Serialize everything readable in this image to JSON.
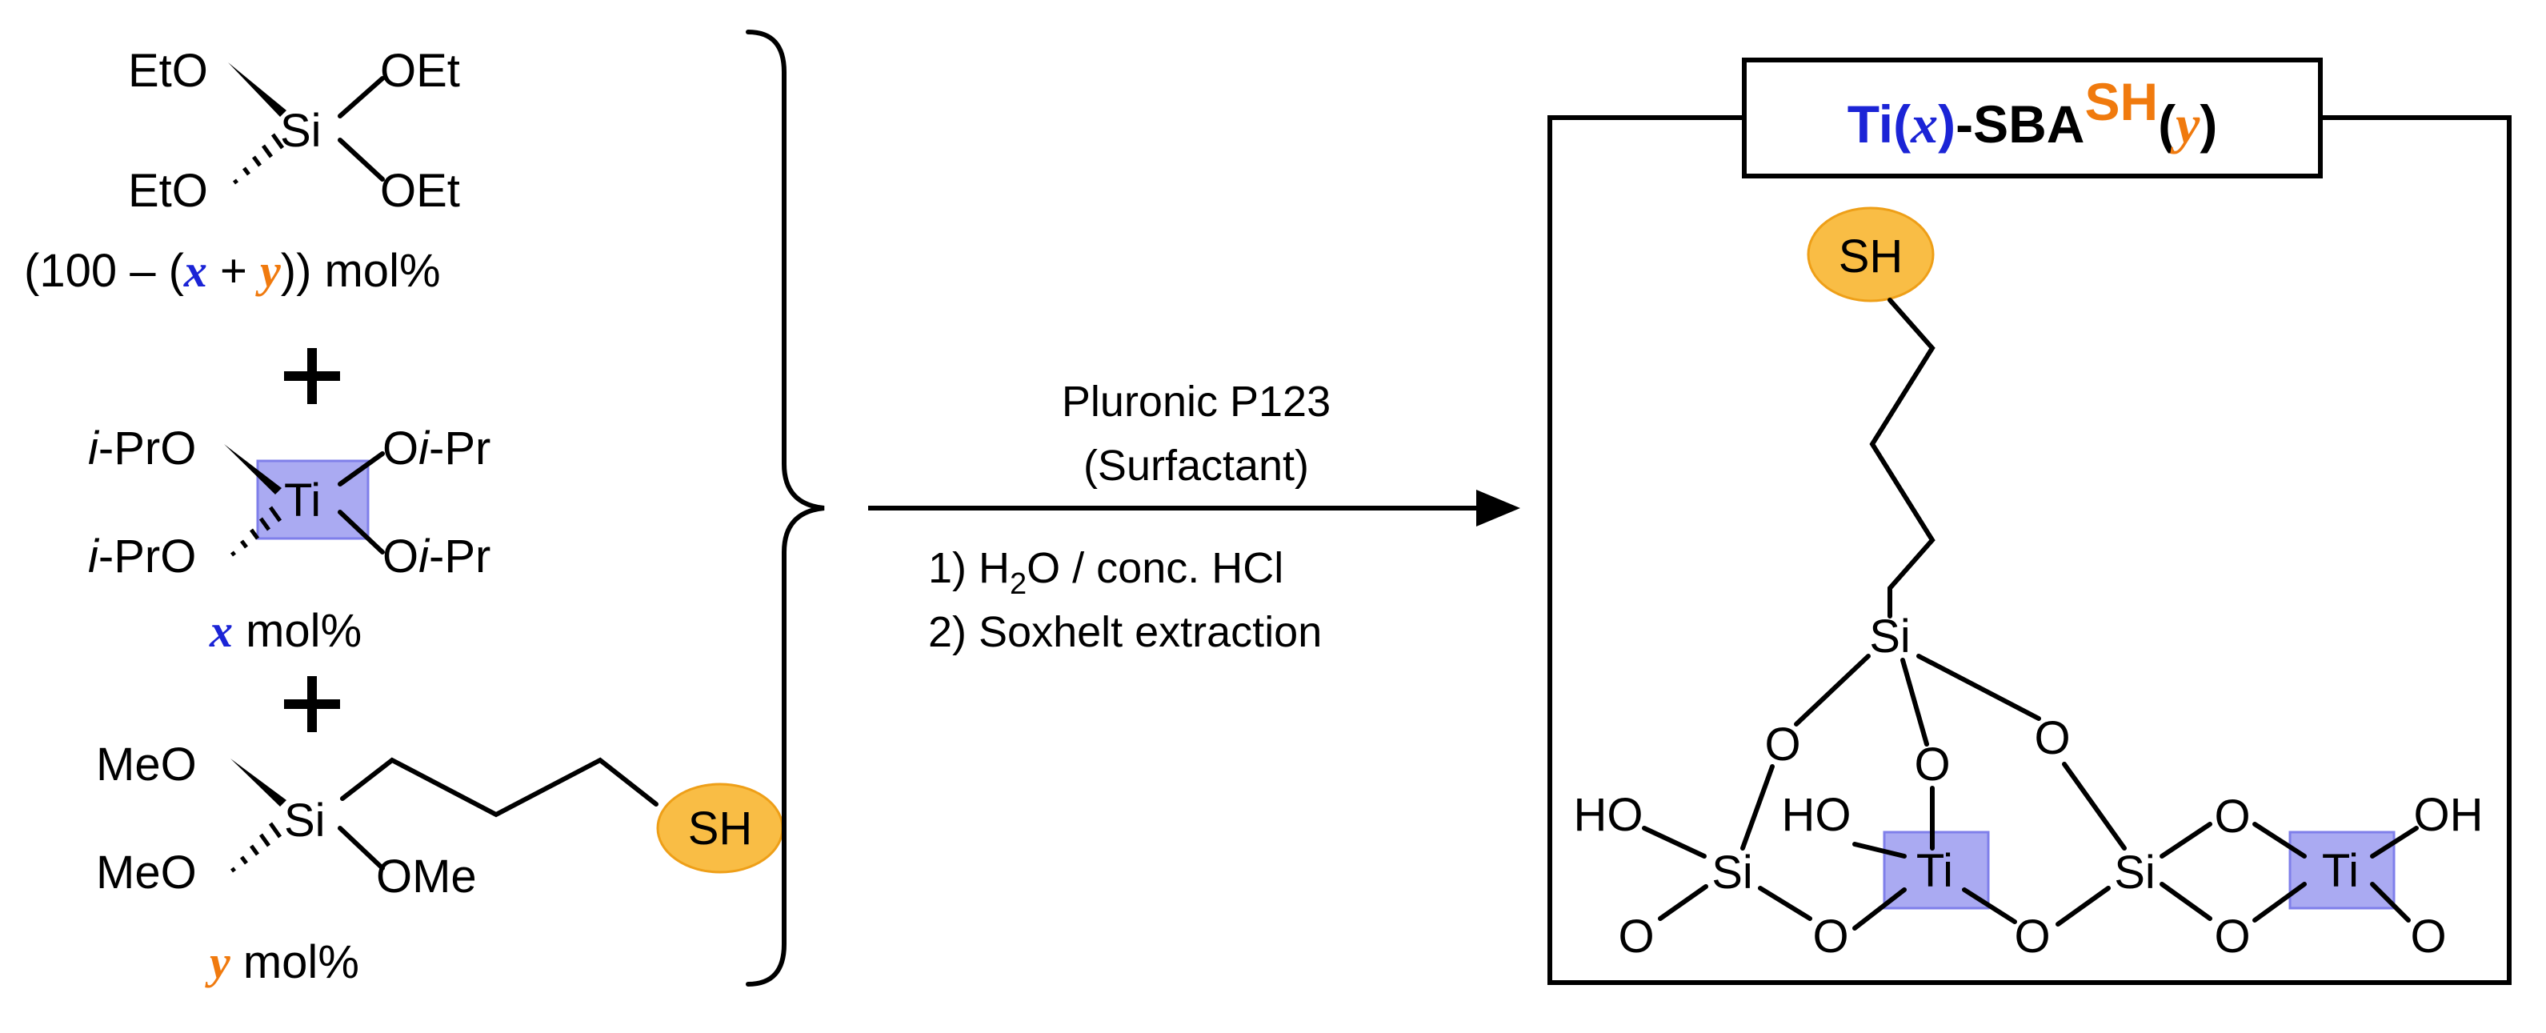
{
  "colors": {
    "x_var": "#1b24d6",
    "y_var": "#f07a0e",
    "ti_highlight": "#aaaaf2",
    "sh_highlight": "#f9bd45"
  },
  "reactants": {
    "teos": {
      "groups": [
        "EtO",
        "OEt",
        "EtO",
        "OEt"
      ],
      "center": "Si",
      "amount_prefix": "(100 – (",
      "amount_x": "x",
      "amount_plus": " + ",
      "amount_y": "y",
      "amount_suffix": ")) mol%"
    },
    "plus_symbol": "+",
    "ttip": {
      "prefix_i": "i",
      "prefix_rest": "-PrO",
      "suffix_o": "O",
      "suffix_i": "i",
      "suffix_rest": "-Pr",
      "center": "Ti",
      "amount_var": "x",
      "amount_unit": " mol%"
    },
    "mptms": {
      "groups": [
        "MeO",
        "MeO",
        "OMe"
      ],
      "center": "Si",
      "terminal": "SH",
      "amount_var": "y",
      "amount_unit": " mol%"
    }
  },
  "conditions": {
    "line1": "Pluronic P123",
    "line2": "(Surfactant)",
    "step1_pre": "1) H",
    "step1_sub": "2",
    "step1_post": "O / conc. HCl",
    "step2": "2) Soxhelt extraction"
  },
  "product": {
    "title_ti": "Ti(",
    "title_x": "x",
    "title_close1": ")",
    "title_sba": "-SBA",
    "title_sh": "SH",
    "title_open2": "(",
    "title_y": "y",
    "title_close2": ")",
    "labels": {
      "sh": "SH",
      "si": "Si",
      "o": "O",
      "ho": "HO",
      "oh": "OH",
      "ti": "Ti"
    }
  }
}
